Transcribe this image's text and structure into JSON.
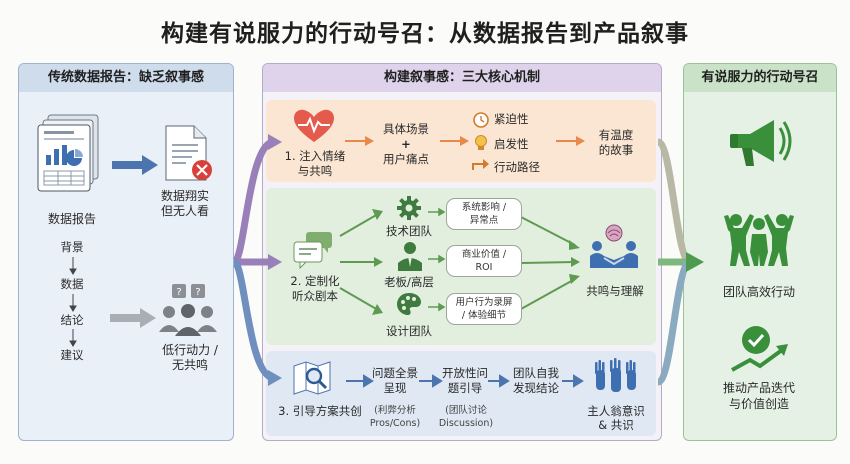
{
  "title": "构建有说服力的行动号召：从数据报告到产品叙事",
  "left": {
    "header": "传统数据报告：缺乏叙事感",
    "report_label": "数据报告",
    "unseen_label_1": "数据翔实",
    "unseen_label_2": "但无人看",
    "flow": [
      "背景",
      "数据",
      "结论",
      "建议"
    ],
    "low_label_1": "低行动力 /",
    "low_label_2": "无共鸣"
  },
  "middle": {
    "header": "构建叙事感：三大核心机制",
    "row1": {
      "label_1": "1. 注入情绪",
      "label_2": "与共鸣",
      "scene_1": "具体场景",
      "scene_plus": "+",
      "scene_2": "用户痛点",
      "props": [
        "紧迫性",
        "启发性",
        "行动路径"
      ],
      "result_1": "有温度",
      "result_2": "的故事"
    },
    "row2": {
      "label_1": "2. 定制化",
      "label_2": "听众剧本",
      "audiences": [
        "技术团队",
        "老板/高层",
        "设计团队"
      ],
      "pills": [
        [
          "系统影响 /",
          "异常点"
        ],
        [
          "商业价值 /",
          "ROI"
        ],
        [
          "用户行为录屏",
          "/ 体验细节"
        ]
      ],
      "result": "共鸣与理解"
    },
    "row3": {
      "label": "3. 引导方案共创",
      "step1_1": "问题全景",
      "step1_2": "呈现",
      "step1_note_1": "(利弊分析",
      "step1_note_2": "Pros/Cons)",
      "step2_1": "开放性问",
      "step2_2": "题引导",
      "step2_note_1": "(团队讨论",
      "step2_note_2": "Discussion)",
      "step3_1": "团队自我",
      "step3_2": "发现结论",
      "result_1": "主人翁意识",
      "result_2": "& 共识"
    }
  },
  "right": {
    "header": "有说服力的行动号召",
    "item1": "团队高效行动",
    "item2_1": "推动产品迭代",
    "item2_2": "与价值创造"
  },
  "colors": {
    "blue_panel": "#e7eef7",
    "purple_panel": "#efeaf5",
    "green_panel": "#e6f1e6",
    "orange_row": "#fbe6d3",
    "green_row": "#e0efdd",
    "blue_row": "#dfe9f4"
  }
}
